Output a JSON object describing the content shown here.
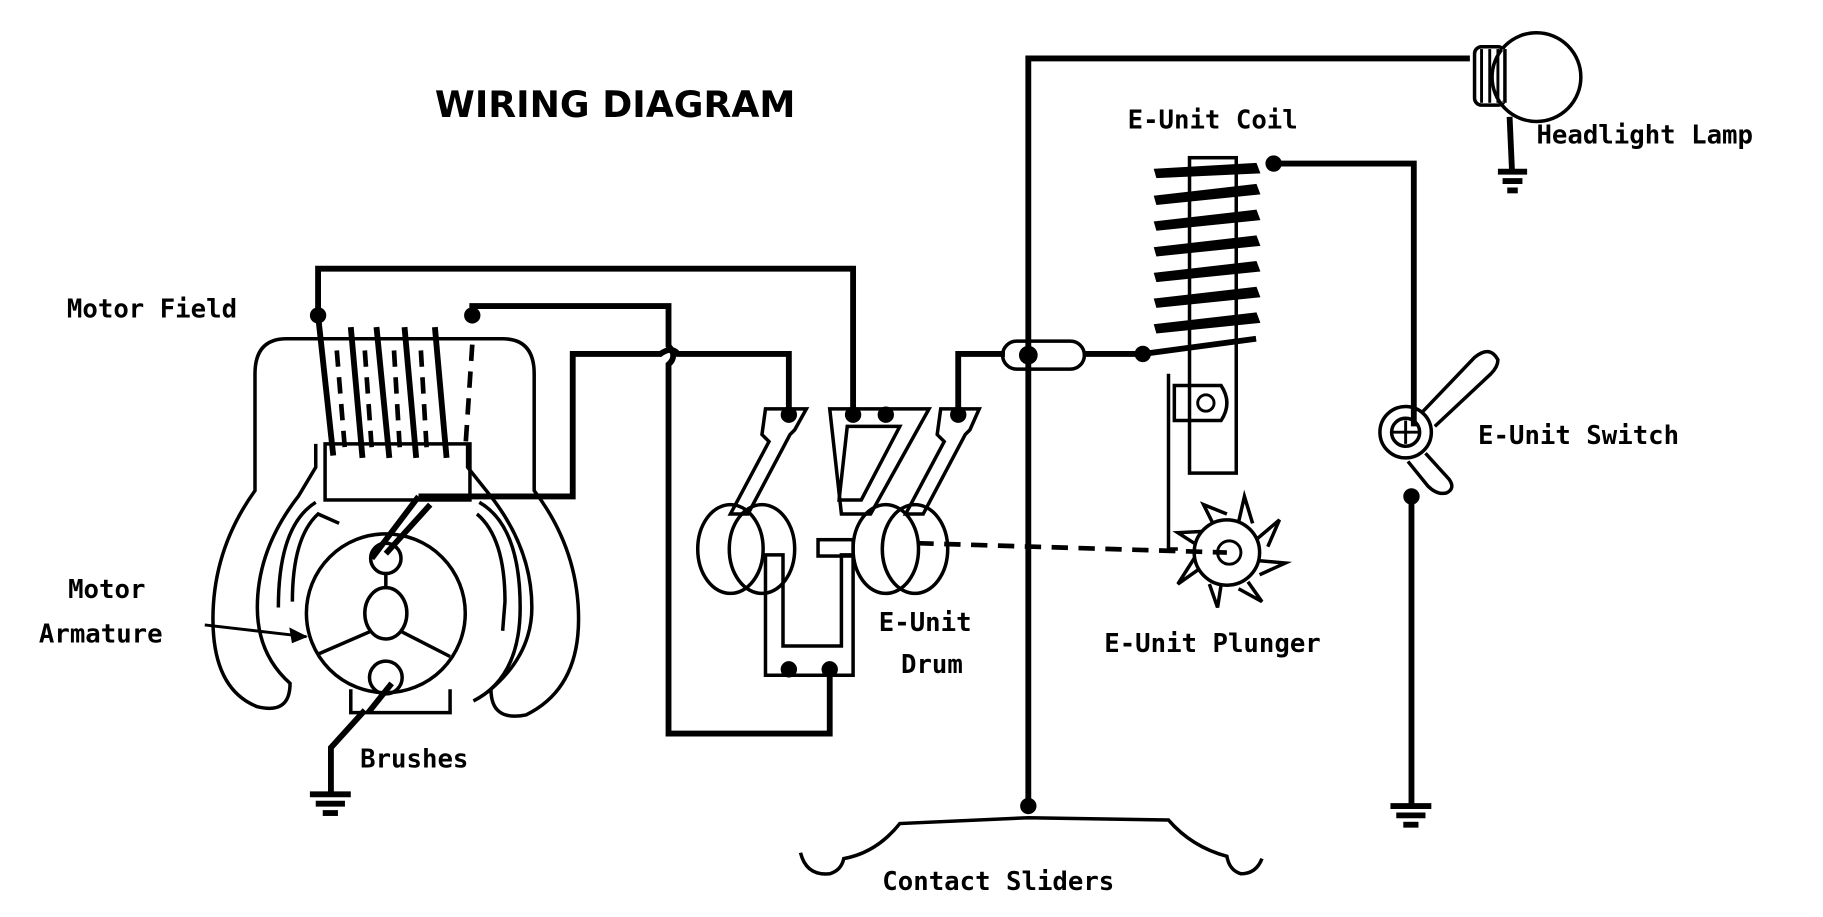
{
  "title": "WIRING DIAGRAM",
  "labels": {
    "motor_field": "Motor Field",
    "motor_armature_line1": "Motor",
    "motor_armature_line2": "Armature",
    "brushes": "Brushes",
    "eunit_drum_line1": "E-Unit",
    "eunit_drum_line2": "Drum",
    "eunit_coil": "E-Unit Coil",
    "headlight_lamp": "Headlight Lamp",
    "eunit_switch": "E-Unit Switch",
    "eunit_plunger": "E-Unit Plunger",
    "contact_sliders": "Contact Sliders"
  },
  "colors": {
    "ink": "#000000",
    "paper": "#ffffff"
  }
}
